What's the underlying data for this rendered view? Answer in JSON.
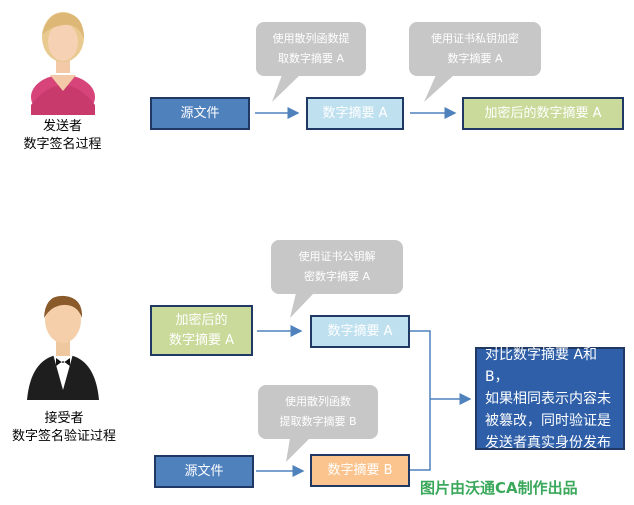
{
  "sender": {
    "label": "发送者\n数字签名过程",
    "source_box": "源文件",
    "digest_box": "数字摘要 A",
    "encrypted_box": "加密后的数字摘要 A",
    "bubble_hash": "使用散列函数提\n取数字摘要 A",
    "bubble_encrypt": "使用证书私钥加密\n数字摘要 A"
  },
  "receiver": {
    "label": "接受者\n数字签名验证过程",
    "encrypted_box": "加密后的\n数字摘要 A",
    "digest_a_box": "数字摘要 A",
    "source_box": "源文件",
    "digest_b_box": "数字摘要 B",
    "bubble_decrypt": "使用证书公钥解\n密数字摘要 A",
    "bubble_hash": "使用散列函数\n提取数字摘要 B",
    "result_box": "对比数字摘要 A和 B，\n如果相同表示内容未\n被篡改，同时验证是\n发送者真实身份发布"
  },
  "watermark": "图片由沃通CA制作出品",
  "icons": {
    "sender": "female-user-icon",
    "receiver": "male-user-icon"
  }
}
